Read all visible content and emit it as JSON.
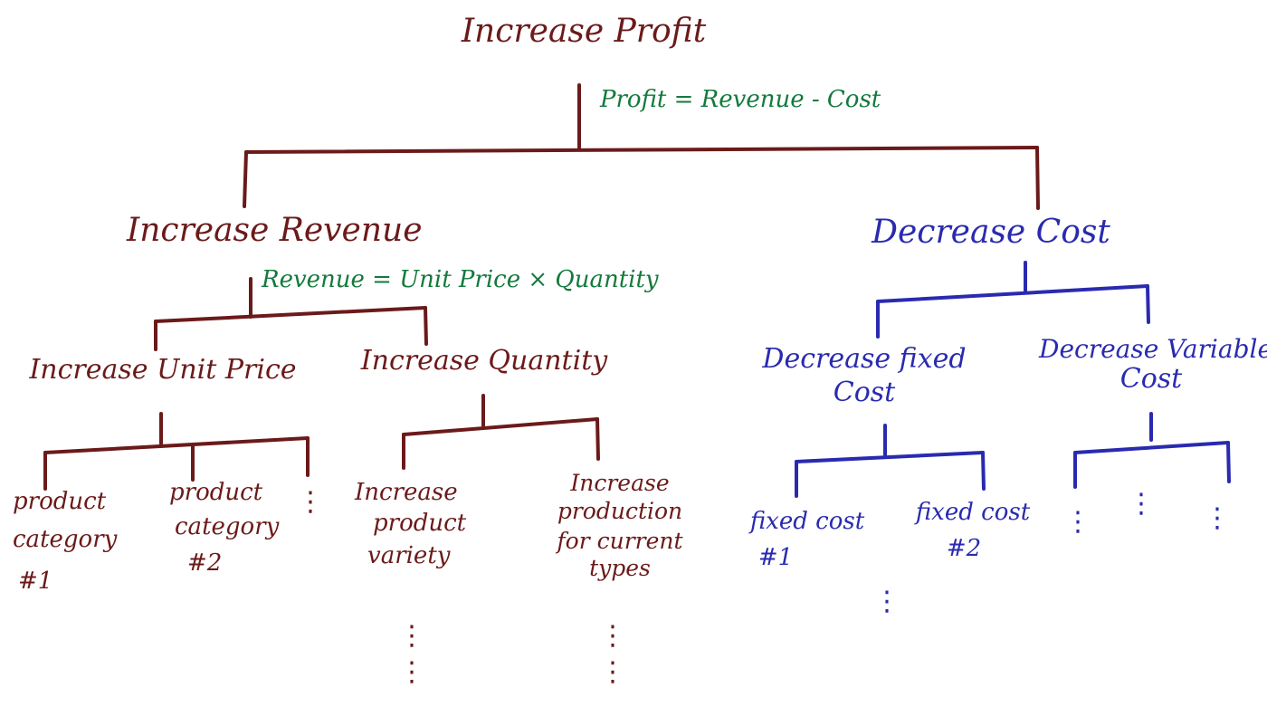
{
  "colors": {
    "revenue_side": "#6b1a1a",
    "cost_side": "#2a2ab0",
    "formula": "#137a3c"
  },
  "root": {
    "label": "Increase Profit",
    "formula": "Profit = Revenue - Cost"
  },
  "revenue": {
    "label": "Increase Revenue",
    "formula": "Revenue = Unit Price × Quantity",
    "unit_price": {
      "label": "Increase Unit Price",
      "children": [
        {
          "line1": "product",
          "line2": "category",
          "line3": "#1"
        },
        {
          "line1": "product",
          "line2": "category",
          "line3": "#2"
        }
      ],
      "more": "⋮"
    },
    "quantity": {
      "label": "Increase Quantity",
      "children": [
        {
          "line1": "Increase",
          "line2": "product",
          "line3": "variety",
          "more": "⋮"
        },
        {
          "line1": "Increase",
          "line2": "production",
          "line3": "for current",
          "line4": "types",
          "more": "⋮"
        }
      ]
    }
  },
  "cost": {
    "label": "Decrease Cost",
    "fixed": {
      "line1": "Decrease fixed",
      "line2": "Cost",
      "children": [
        {
          "line1": "fixed cost",
          "line2": "#1"
        },
        {
          "line1": "fixed cost",
          "line2": "#2",
          "more": "⋮"
        }
      ]
    },
    "variable": {
      "line1": "Decrease Variable",
      "line2": "Cost",
      "more": [
        "⋮",
        "⋮",
        "⋮"
      ]
    }
  }
}
